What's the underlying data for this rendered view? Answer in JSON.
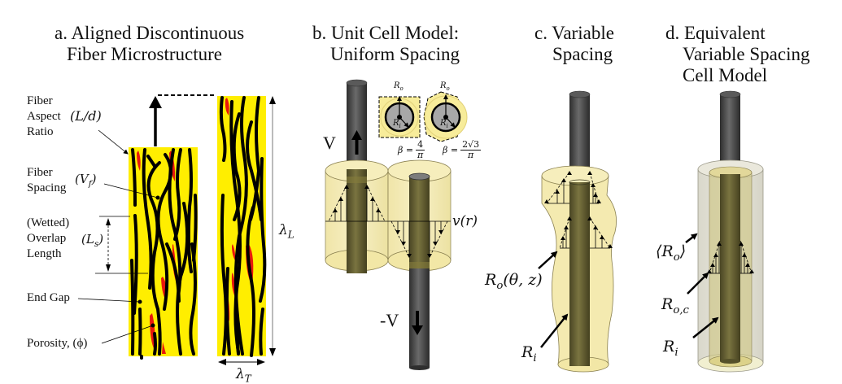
{
  "panels": {
    "a": {
      "title_line1": "a. Aligned Discontinuous",
      "title_line2": "Fiber Microstructure",
      "labels": {
        "aspect_ratio": [
          "Fiber",
          "Aspect",
          "Ratio"
        ],
        "aspect_ratio_symbol": "(L/d)",
        "fiber_spacing": [
          "Fiber",
          "Spacing"
        ],
        "fiber_spacing_symbol": "(V",
        "fiber_spacing_sub": "f",
        "overlap": [
          "(Wetted)",
          "Overlap",
          "Length"
        ],
        "overlap_symbol": "(L",
        "overlap_sub": "s",
        "end_gap": "End Gap",
        "porosity": "Porosity, (ϕ)",
        "lambda_L": "λ",
        "lambda_L_sub": "L",
        "lambda_T": "λ",
        "lambda_T_sub": "T"
      },
      "colors": {
        "matrix": "#ffee00",
        "fiber": "#000000",
        "pore": "#e8180c"
      }
    },
    "b": {
      "title_line1": "b. Unit Cell Model:",
      "title_line2": "Uniform Spacing",
      "labels": {
        "velocity_up": "V",
        "velocity_down": "-V",
        "velocity_profile": "v(r)",
        "Ro": "R",
        "Ro_sub": "o",
        "Ri": "R",
        "Ri_sub": "i",
        "beta_square": "β =",
        "beta_square_num": "4",
        "beta_square_den": "π",
        "beta_hex": "β =",
        "beta_hex_num": "2√3",
        "beta_hex_den": "π"
      }
    },
    "c": {
      "title_line1": "c. Variable",
      "title_line2": "Spacing",
      "labels": {
        "Ro_theta_z": "R",
        "Ro_theta_z_sub": "o",
        "Ro_theta_z_args": "(θ, z)",
        "Ri": "R",
        "Ri_sub": "i"
      }
    },
    "d": {
      "title_line1": "d. Equivalent",
      "title_line2": "Variable Spacing",
      "title_line3": "Cell Model",
      "labels": {
        "Ro_avg_open": "⟨R",
        "Ro_avg_sub": "o",
        "Ro_avg_close": "⟩",
        "Roc": "R",
        "Roc_sub": "o,c",
        "Ri": "R",
        "Ri_sub": "i"
      }
    }
  },
  "colors": {
    "rod": "#4a4a4a",
    "rod_in_cell": "#5e5a32",
    "cell_fill": "#f3e9a0",
    "cell_outline": "#8a8050",
    "outer_grey": "#d8d6c8"
  }
}
